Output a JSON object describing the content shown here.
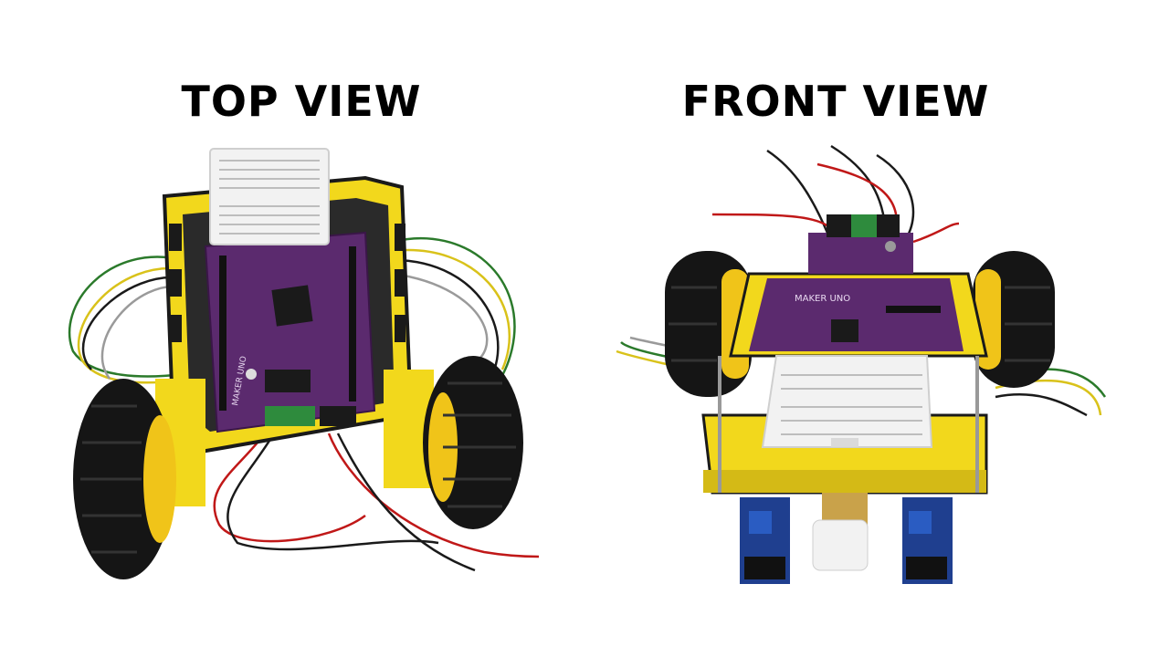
{
  "titles": {
    "top": "TOP VIEW",
    "front": "FRONT VIEW"
  },
  "board_text": {
    "brand": "MAKER UNO"
  },
  "colors": {
    "chassis_yellow": "#f2d81c",
    "board_purple": "#5b2a6e",
    "tire_black": "#151515",
    "rim_yellow": "#f0c419",
    "breadboard_white": "#f2f2f2",
    "sensor_blue": "#1f3f8f"
  }
}
